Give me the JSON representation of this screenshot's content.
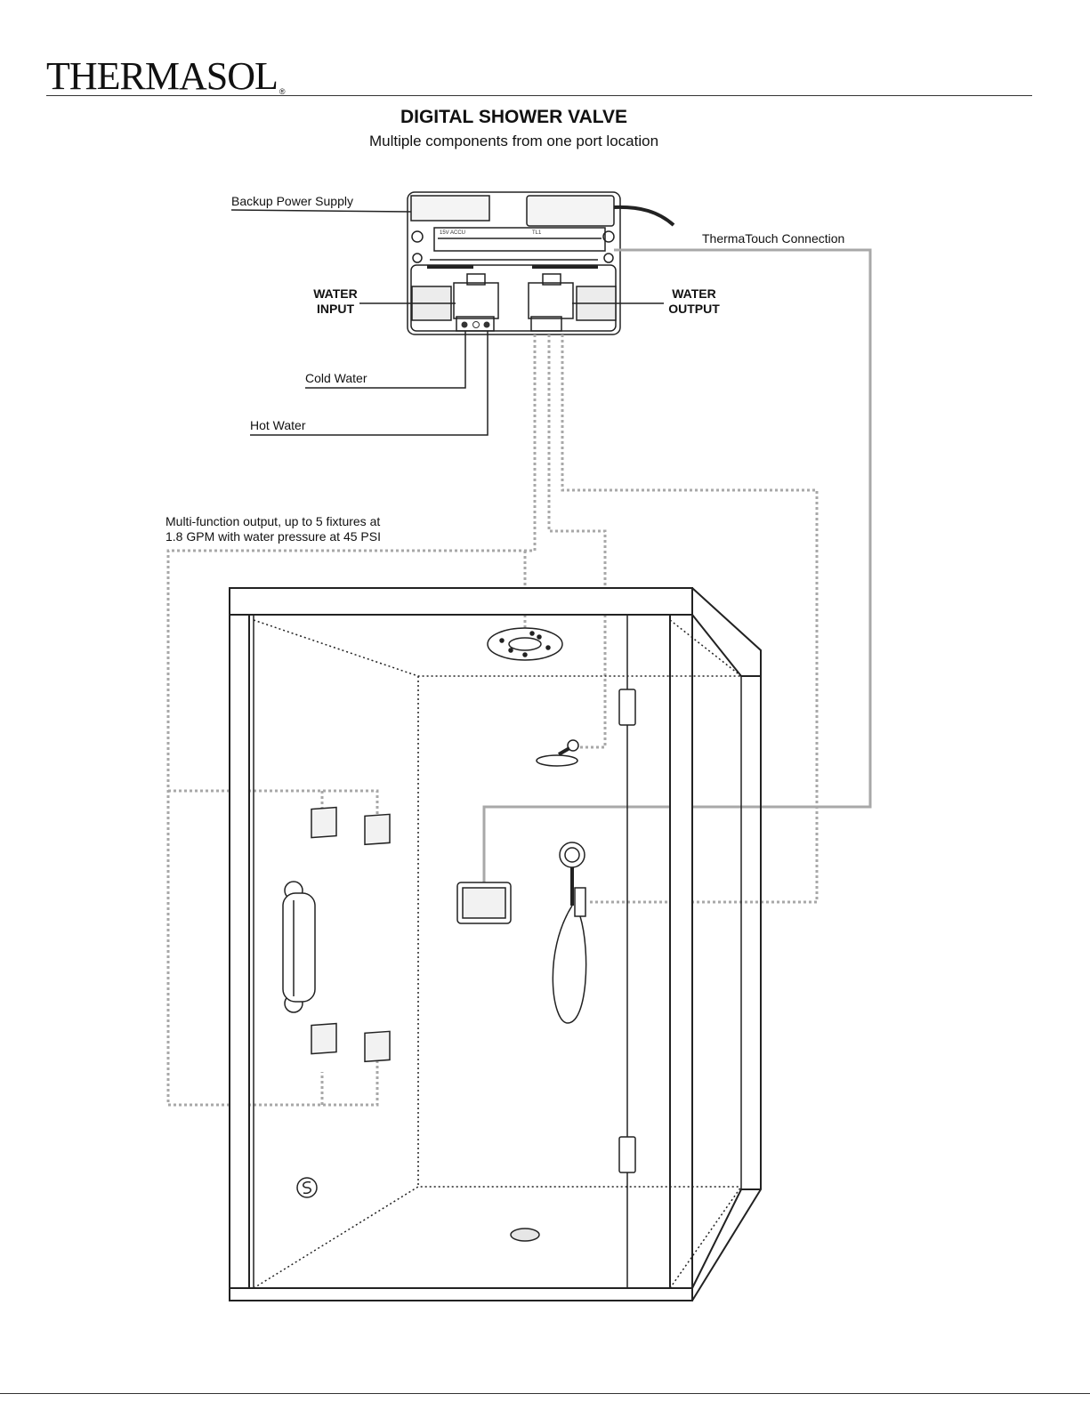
{
  "brand": {
    "logo": "THERMASOL",
    "registered": "®"
  },
  "title": "DIGITAL SHOWER VALVE",
  "subtitle": "Multiple components from one port location",
  "labels": {
    "backup_power": "Backup Power Supply",
    "thermatouch": "ThermaTouch Connection",
    "water_input_1": "WATER",
    "water_input_2": "INPUT",
    "water_output_1": "WATER",
    "water_output_2": "OUTPUT",
    "cold_water": "Cold Water",
    "hot_water": "Hot Water",
    "multi_1": "Multi-function output, up to 5 fixtures at",
    "multi_2": "1.8 GPM with water pressure at 45 PSI"
  },
  "valve_markings": {
    "left": "15V  ACCU",
    "right": "TL1"
  }
}
